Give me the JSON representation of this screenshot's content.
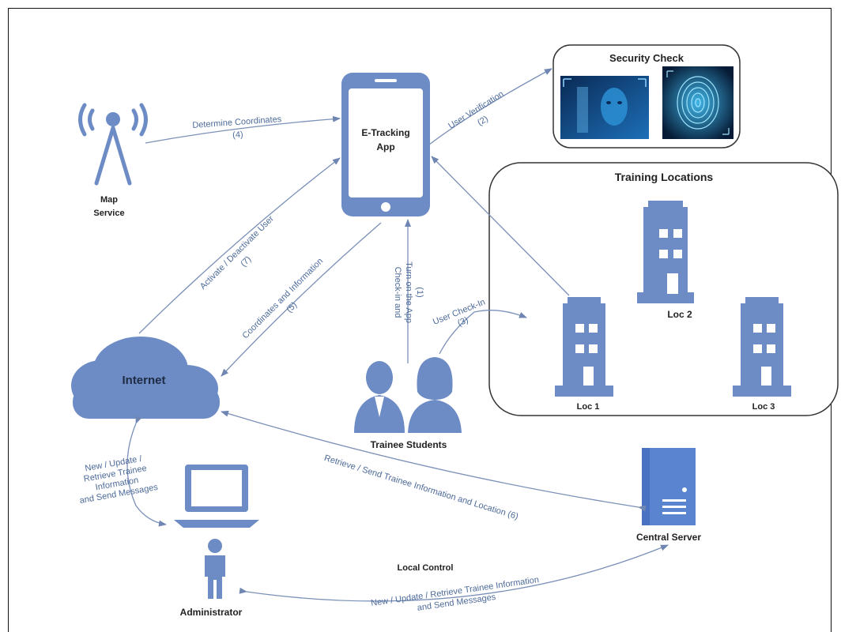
{
  "security_box": {
    "title": "Security Check"
  },
  "training_box": {
    "title": "Training Locations",
    "locations": [
      "Loc 1",
      "Loc 2",
      "Loc 3"
    ]
  },
  "nodes": {
    "app_l1": "E-Tracking",
    "app_l2": "App",
    "map_l1": "Map",
    "map_l2": "Service",
    "internet": "Internet",
    "students": "Trainee Students",
    "server": "Central Server",
    "admin": "Administrator",
    "local_control": "Local Control"
  },
  "flows": {
    "determine_l1": "Determine Coordinates",
    "determine_l2": "(4)",
    "verify_l1": "User Verification",
    "verify_l2": "(2)",
    "activate_l1": "Activate / Deactivate User",
    "activate_l2": "(7)",
    "coords_l1": "Coordinates and Information",
    "coords_l2": "(5)",
    "checkin_l1": "Check-in and",
    "checkin_l2": "Turn on the App",
    "checkin_l3": "(1)",
    "usercheck_l1": "User Check-In",
    "usercheck_l2": "(3)",
    "retrieve": "Retrieve / Send Trainee Information and Location (6)",
    "admin_internet_l1": "New / Update /",
    "admin_internet_l2": "Retrieve Trainee",
    "admin_internet_l3": "Information",
    "admin_internet_l4": "and Send Messages",
    "local_l1": "New / Update / Retrieve Trainee Information",
    "local_l2": "and Send Messages"
  },
  "colors": {
    "icon": "#6d8bc4",
    "icon_dark": "#4a6ba8",
    "server": "#4a72c2",
    "arrow": "#7a90b8"
  }
}
